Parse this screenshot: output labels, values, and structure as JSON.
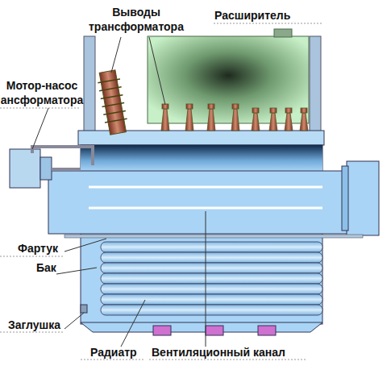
{
  "diagram": {
    "labels": [
      "Выводы трансформатора",
      "Расширитель",
      "Мотор-насос ансформатора",
      "Фартук",
      "Бак",
      "Заглушка",
      "Радиатр",
      "Вентиляционный канал"
    ]
  }
}
